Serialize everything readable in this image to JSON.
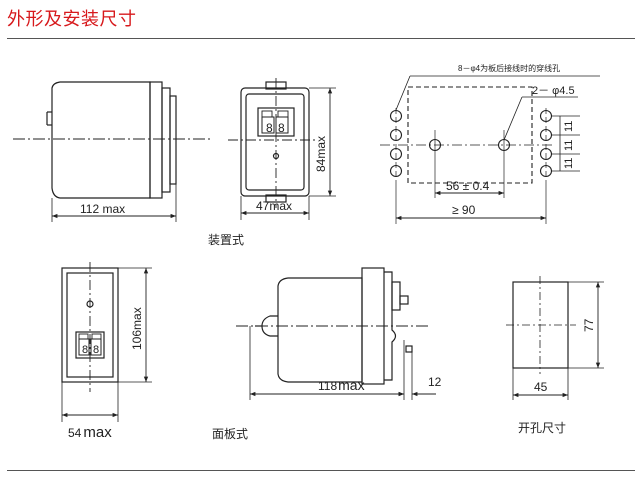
{
  "title": "外形及安装尺寸",
  "captions": {
    "mounting_type": "装置式",
    "panel_type": "面板式",
    "cutout": "开孔尺寸"
  },
  "dimensions": {
    "top_side_length": "112 max",
    "top_front_width": "47max",
    "top_front_height": "84max",
    "hole_note": "8－φ4为板后接线时的穿线孔",
    "hole_spec": "2－ φ4.5",
    "hole_spacing_a": "11",
    "hole_spacing_b": "11",
    "hole_spacing_c": "11",
    "hole_center_span": "56 ± 0.4",
    "hole_overall": "≥ 90",
    "panel_front_height": "106max",
    "panel_front_width": "54",
    "panel_front_width_suffix": "max",
    "panel_side_length": "118",
    "panel_side_length_suffix": "max",
    "panel_side_offset": "12",
    "cutout_height": "77",
    "cutout_width": "45"
  },
  "display": {
    "digit_1": "8",
    "digit_2": "8"
  },
  "colors": {
    "title": "#d7191c",
    "lines": "#222222"
  }
}
